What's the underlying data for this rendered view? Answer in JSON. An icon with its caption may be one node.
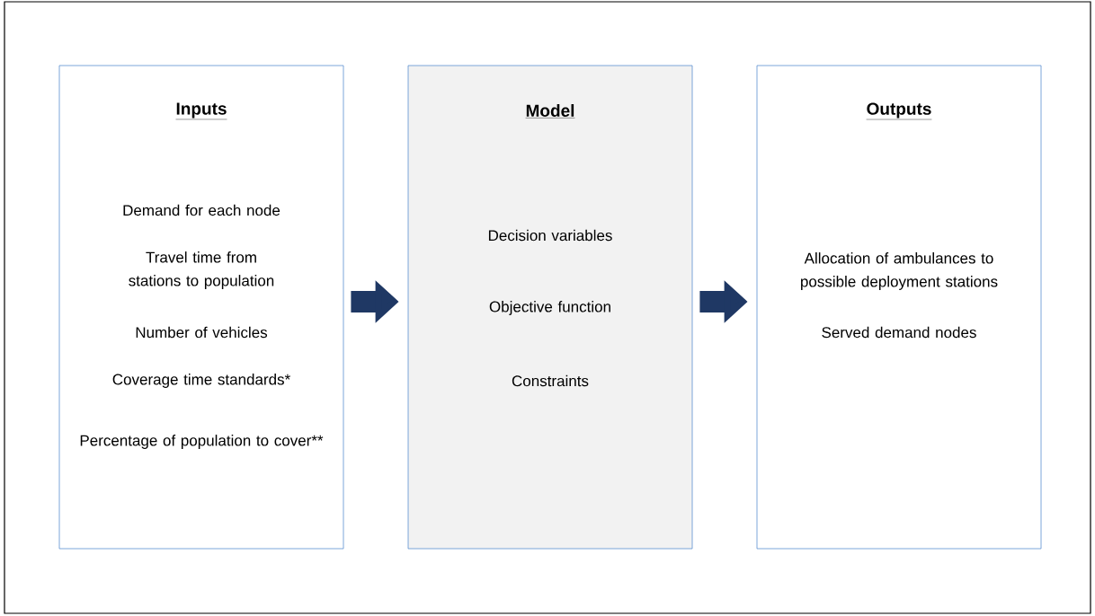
{
  "diagram": {
    "nodes": [
      {
        "text": [
          "Inputs",
          "Demand for each node",
          "Travel time from stations to population",
          "Number of vehicles",
          "Coverage time standards*",
          "Percentage of population to cover**"
        ]
      },
      {
        "text": [
          "Model",
          "Decision variables",
          "Objective function",
          "Constraints"
        ]
      },
      {
        "text": [
          "Outputs",
          "Allocation of ambulances to possible deployment stations",
          "Served demand nodes"
        ]
      }
    ],
    "edges": [
      {
        "from": 0,
        "to": 1,
        "arrow": "to"
      },
      {
        "from": 1,
        "to": 2,
        "arrow": "to"
      }
    ]
  }
}
